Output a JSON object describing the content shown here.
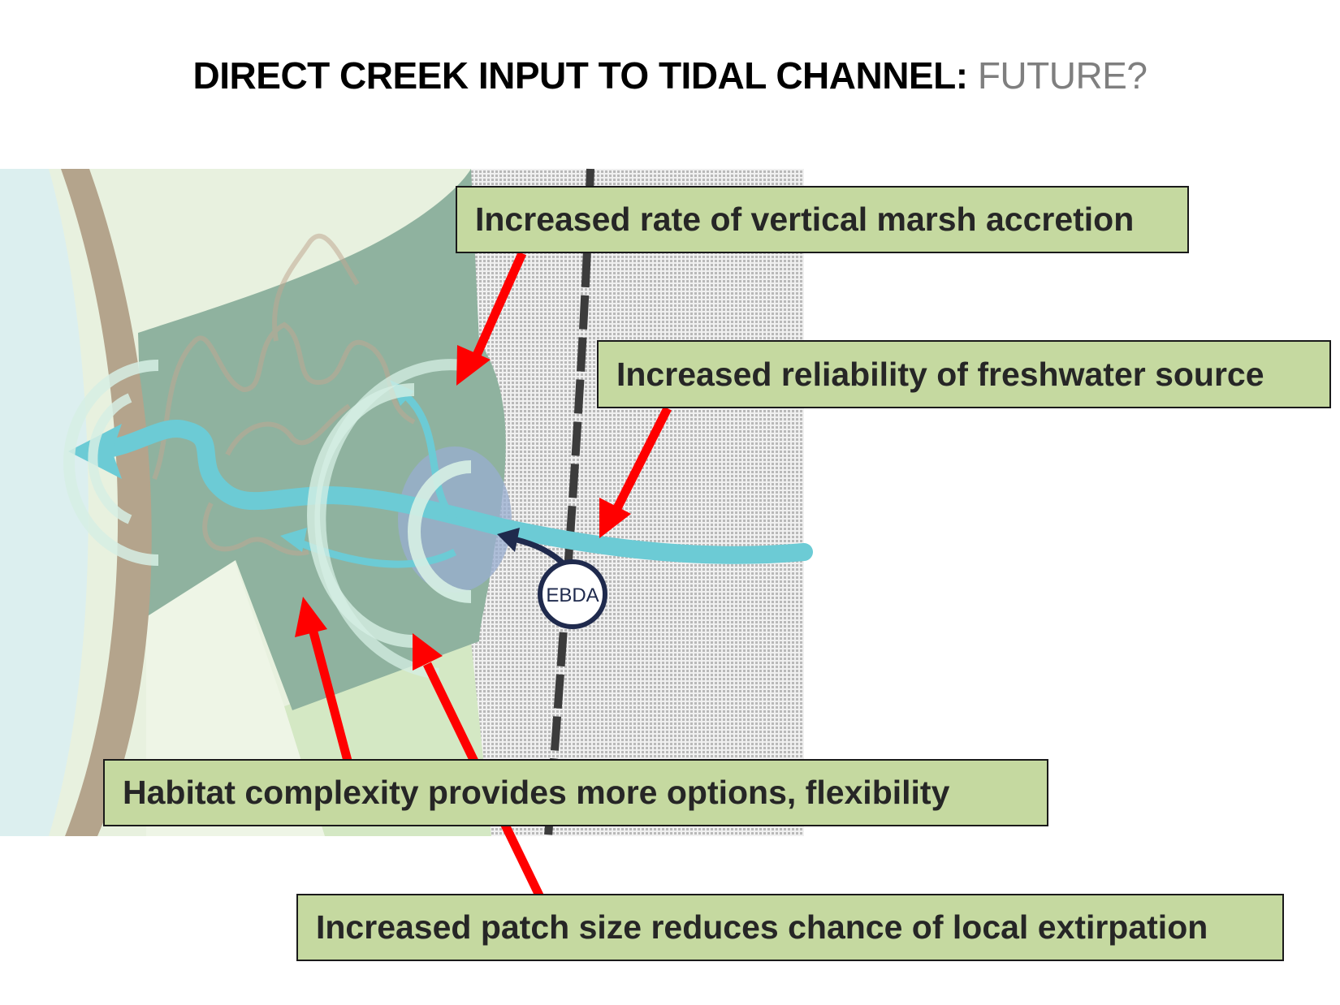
{
  "title": {
    "main": "DIRECT CREEK INPUT TO TIDAL CHANNEL:",
    "sub": "FUTURE?"
  },
  "callouts": {
    "accretion": "Increased rate of vertical marsh accretion",
    "freshwater": "Increased reliability of freshwater source",
    "complexity": "Habitat complexity provides more options, flexibility",
    "patch": "Increased patch size reduces chance of local extirpation"
  },
  "source_label": "EBDA",
  "colors": {
    "arrow": "#ff0000",
    "callout_fill": "#c5d9a0",
    "marsh": "#8fb29f",
    "water": "#6ccbd5",
    "levee": "#b4a48c",
    "bay": "#dcefef",
    "upland": "#e8f1df"
  }
}
